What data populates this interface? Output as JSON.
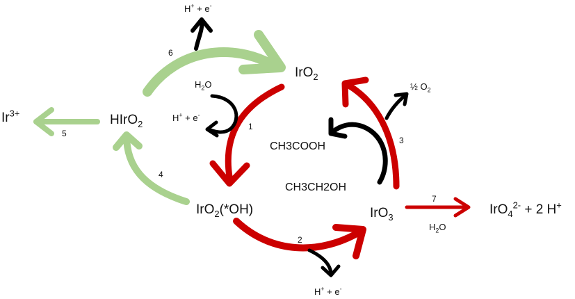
{
  "species": {
    "iro2": {
      "base": "IrO",
      "sub": "2",
      "suffix": ""
    },
    "hiro2": {
      "base": "HIrO",
      "sub": "2",
      "suffix": ""
    },
    "ir3": {
      "base": "Ir",
      "sup": "3+"
    },
    "iro2oh": {
      "base": "IrO",
      "sub": "2",
      "suffix": "(*OH)"
    },
    "iro3": {
      "base": "IrO",
      "sub": "3",
      "suffix": ""
    },
    "iro4": {
      "base": "IrO",
      "sub": "4",
      "sup": "2-",
      "suffix": " + 2 H",
      "sup2": "+"
    }
  },
  "reagents": {
    "h_e_top": {
      "a": "H",
      "asup": "+",
      "b": " + e",
      "bsup": "-"
    },
    "h_e_step1": {
      "a": "H",
      "asup": "+",
      "b": " + e",
      "bsup": "-"
    },
    "h_e_step2": {
      "a": "H",
      "asup": "+",
      "b": " + e",
      "bsup": "-"
    },
    "water_step1": {
      "a": "H",
      "sub": "2",
      "b": "O"
    },
    "water_step7": {
      "a": "H",
      "sub": "2",
      "b": "O"
    },
    "half_o2": {
      "a": "½ O",
      "sub": "2"
    },
    "acetic_acid": "CH3COOH",
    "ethanol": "CH3CH2OH"
  },
  "steps": [
    "1",
    "2",
    "3",
    "4",
    "5",
    "6",
    "7"
  ],
  "colors": {
    "red": "#cc0000",
    "green": "#a9d18e",
    "black": "#000000"
  }
}
